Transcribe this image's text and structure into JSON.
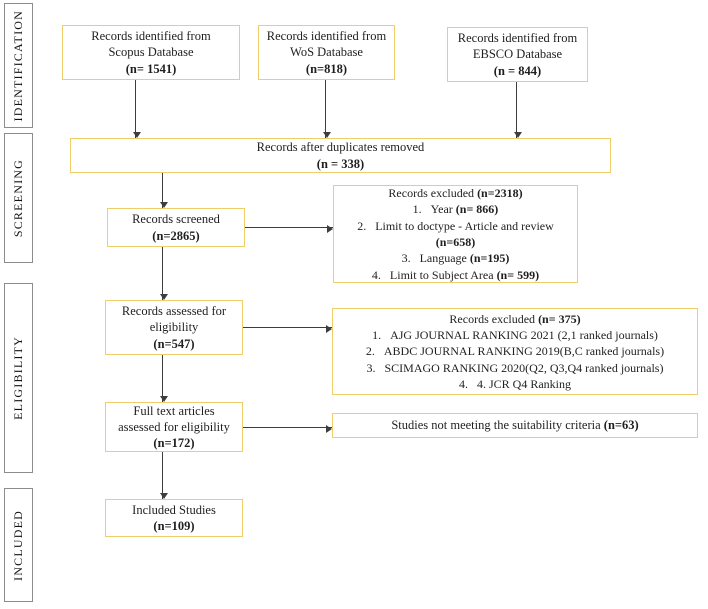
{
  "colors": {
    "box_border": "#efcd69",
    "stage_border": "#8c8c8c",
    "arrow": "#3d3d3d",
    "text": "#1f1f1f"
  },
  "stages": {
    "identification": "IDENTIFICATION",
    "screening": "SCREENING",
    "eligibility": "ELIGIBILITY",
    "included": "INCLUDED"
  },
  "boxes": {
    "scopus": {
      "line1": "Records identified from",
      "line2": "Scopus Database",
      "count": "(n= 1541)"
    },
    "wos": {
      "line1": "Records identified from",
      "line2": "WoS Database",
      "count": "(n=818)"
    },
    "ebsco": {
      "line1": "Records identified from",
      "line2": "EBSCO Database",
      "count": "(n = 844)"
    },
    "duplicates": {
      "line1": "Records after duplicates removed",
      "count": "(n = 338)"
    },
    "screened": {
      "line1": "Records screened",
      "count": "(n=2865)"
    },
    "excluded1": {
      "title": "Records excluded ",
      "title_count": "(n=2318)",
      "item1": "1.   Year ",
      "item1_count": "(n= 866)",
      "item2": "2.   Limit to doctype - Article and review",
      "item2_count": "(n=658)",
      "item3": "3.   Language ",
      "item3_count": "(n=195)",
      "item4": "4.   Limit to Subject Area ",
      "item4_count": "(n= 599)"
    },
    "assessed": {
      "line1": "Records assessed for",
      "line2": "eligibility",
      "count": "(n=547)"
    },
    "excluded2": {
      "title": "Records excluded ",
      "title_count": "(n= 375)",
      "item1": "1.   AJG JOURNAL RANKING 2021 (2,1 ranked journals)",
      "item2": "2.   ABDC JOURNAL RANKING 2019(B,C ranked journals)",
      "item3": "3.   SCIMAGO RANKING 2020(Q2, Q3,Q4 ranked journals)",
      "item4": "4.   4. JCR Q4 Ranking"
    },
    "fulltext": {
      "line1": "Full text articles",
      "line2": "assessed for eligibility",
      "count": "(n=172)"
    },
    "notmeeting": {
      "text": "Studies not meeting the suitability criteria ",
      "count": "(n=63)"
    },
    "included": {
      "line1": "Included Studies",
      "count": "(n=109)"
    }
  }
}
